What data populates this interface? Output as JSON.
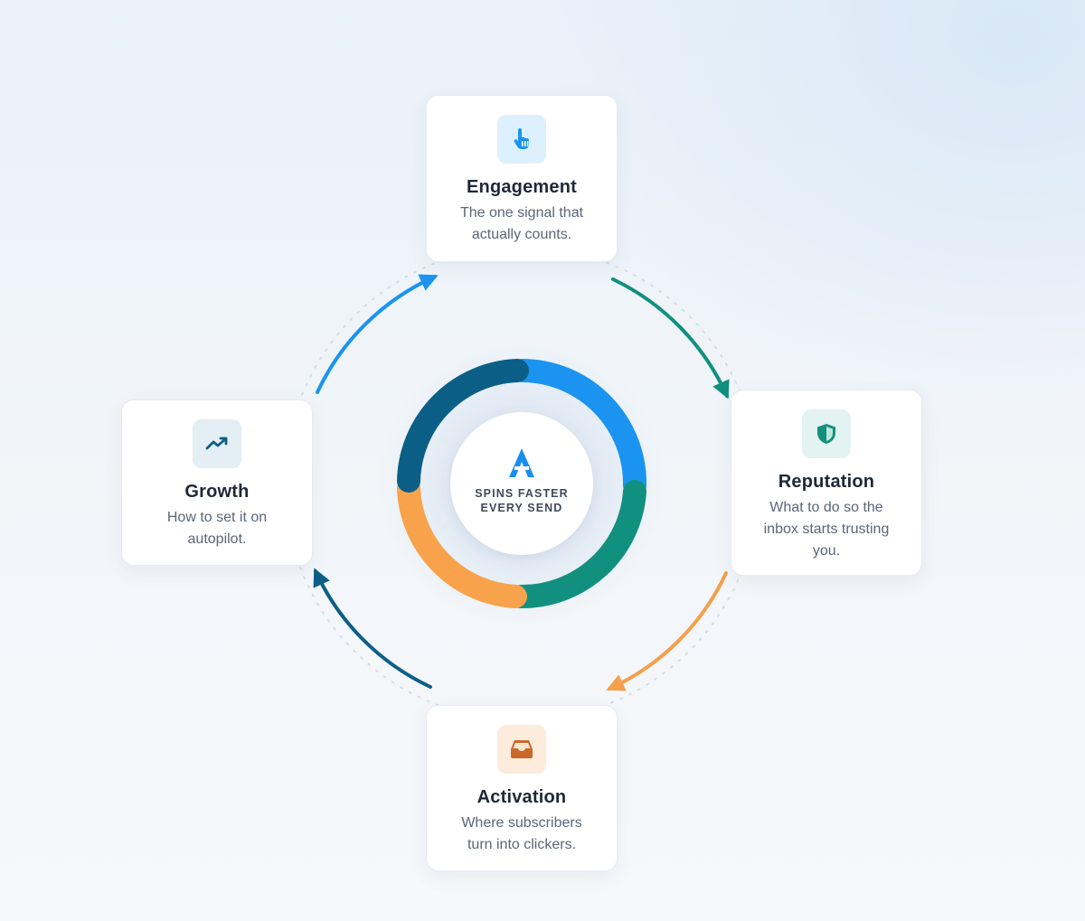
{
  "center": {
    "line1": "SPINS FASTER",
    "line2": "EVERY SEND",
    "logo_icon": "a-brand-logo-icon",
    "logo_color": "#1a8ef0"
  },
  "stages": [
    {
      "id": "engagement",
      "title": "Engagement",
      "line1": "The one signal that",
      "line2": "actually counts.",
      "line3": "",
      "icon": "pointer-hand-icon",
      "color": "#1a94f0"
    },
    {
      "id": "reputation",
      "title": "Reputation",
      "line1": "What to do so the",
      "line2": "inbox starts trusting",
      "line3": "you.",
      "icon": "shield-icon",
      "color": "#11907f"
    },
    {
      "id": "activation",
      "title": "Activation",
      "line1": "Where subscribers",
      "line2": "turn into clickers.",
      "line3": "",
      "icon": "inbox-tray-icon",
      "color": "#f4a04b"
    },
    {
      "id": "growth",
      "title": "Growth",
      "line1": "How to set it on",
      "line2": "autopilot.",
      "line3": "",
      "icon": "trending-up-icon",
      "color": "#0d5f86"
    }
  ],
  "ring_colors": {
    "engagement": "#1a94f0",
    "reputation": "#11907f",
    "activation": "#f8a24c",
    "growth": "#0b5e86"
  }
}
